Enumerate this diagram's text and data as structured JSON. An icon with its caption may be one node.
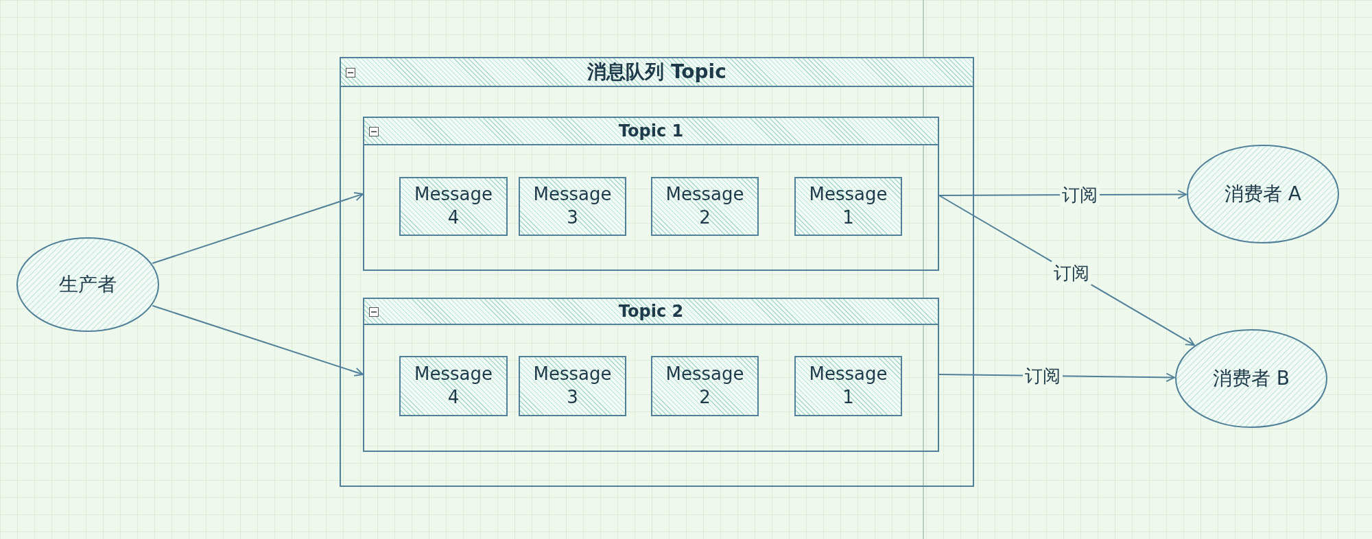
{
  "diagram": {
    "nodes": [
      {
        "text": [
          "消息队列 Topic"
        ]
      },
      {
        "text": [
          "Topic 1"
        ],
        "in": 0
      },
      {
        "text": [
          "Message 4"
        ],
        "in": 1
      },
      {
        "text": [
          "Message 3"
        ],
        "in": 1
      },
      {
        "text": [
          "Message 2"
        ],
        "in": 1
      },
      {
        "text": [
          "Message 1"
        ],
        "in": 1
      },
      {
        "text": [
          "Topic 2"
        ],
        "in": 0
      },
      {
        "text": [
          "Message 4"
        ],
        "in": 6
      },
      {
        "text": [
          "Message 3"
        ],
        "in": 6
      },
      {
        "text": [
          "Message 2"
        ],
        "in": 6
      },
      {
        "text": [
          "Message 1"
        ],
        "in": 6
      },
      {
        "text": [
          "生产者"
        ]
      },
      {
        "text": [
          "消费者 A"
        ]
      },
      {
        "text": [
          "消费者 B"
        ]
      }
    ],
    "edges": [
      {
        "from": 11,
        "to": 1,
        "arrow": "to"
      },
      {
        "from": 11,
        "to": 6,
        "arrow": "to"
      },
      {
        "from": 1,
        "to": 12,
        "arrow": "to",
        "label": "订阅"
      },
      {
        "from": 1,
        "to": 13,
        "arrow": "to",
        "label": "订阅"
      },
      {
        "from": 6,
        "to": 13,
        "arrow": "to",
        "label": "订阅"
      }
    ]
  }
}
